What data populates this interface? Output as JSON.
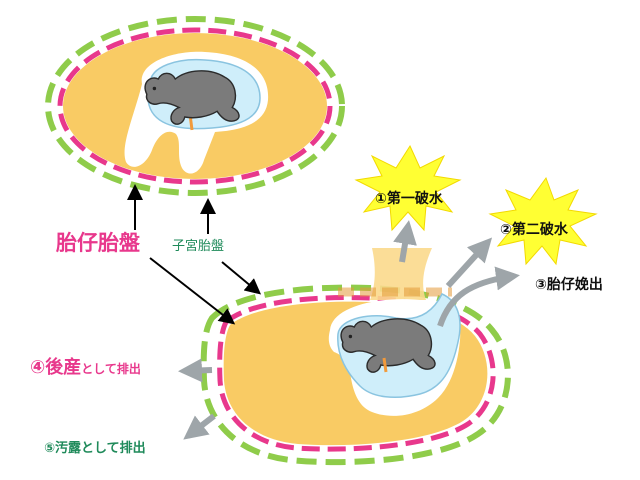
{
  "colors": {
    "placenta_fill": "#f9cb64",
    "fetal_placenta_line": "#e8388c",
    "maternal_placenta_line": "#8fcc4a",
    "amniotic_fluid": "#cfeefa",
    "fetus": "#7b7b7b",
    "burst": "#ffff33",
    "arrow_black": "#000000",
    "arrow_gray": "#9ea5a9",
    "label_pink": "#e8388c",
    "label_green": "#1f8a5a",
    "label_dark": "#111111"
  },
  "icons": {
    "burst_1": "yellow-starburst",
    "burst_2": "yellow-starburst",
    "fetus_top": "calf-fetus",
    "fetus_bottom": "calf-fetus"
  },
  "labels": {
    "fetal_placenta": "胎仔胎盤",
    "maternal_placenta": "子宮胎盤",
    "first_water": "①第一破水",
    "second_water": "②第二破水",
    "fetus_delivery": "③胎仔娩出",
    "afterbirth": {
      "num": "④",
      "main": "後産",
      "rest": "として排出"
    },
    "lochia": "⑤汚露として排出"
  }
}
